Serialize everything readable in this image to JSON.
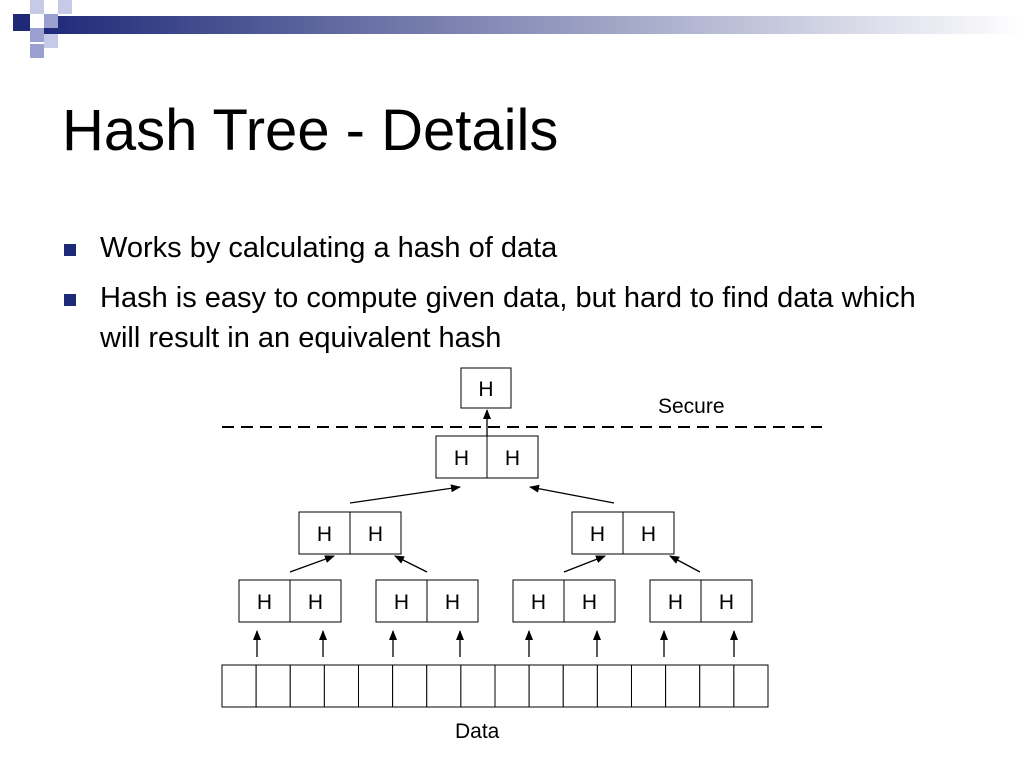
{
  "slide": {
    "title": "Hash Tree - Details",
    "bullets": [
      "Works by calculating a hash of data",
      "Hash is easy to compute given data, but hard to find data which will result in an equivalent hash"
    ]
  },
  "diagram": {
    "hash_label": "H",
    "secure_label": "Secure",
    "data_label": "Data",
    "data_cell_count": 16
  },
  "colors": {
    "bullet": "#1e2a78",
    "corner_dark": "#1e2a78",
    "corner_light": "#9aa0d0"
  }
}
